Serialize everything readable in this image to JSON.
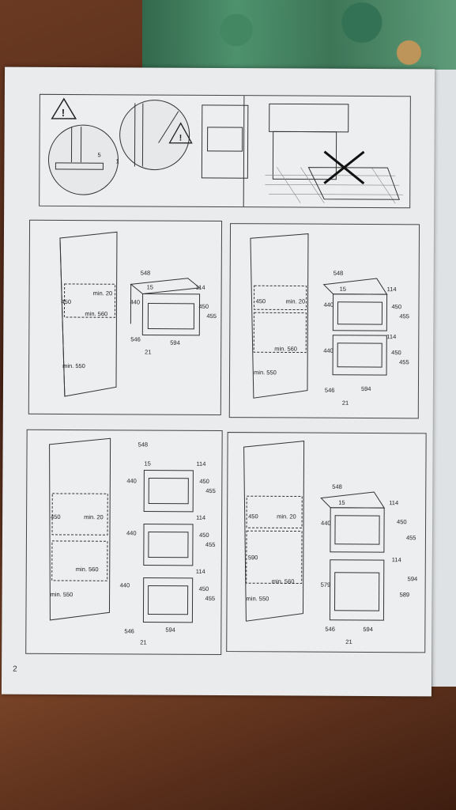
{
  "page_number": "2",
  "top_panel": {
    "dim_a": "5",
    "dim_b": "1"
  },
  "panel1": {
    "cabinet": {
      "h450": "450",
      "min20": "min. 20",
      "min560": "min. 560",
      "min550": "min.\n550"
    },
    "oven": {
      "d548": "548",
      "d15": "15",
      "d440": "440",
      "d114": "114",
      "d450": "450",
      "d455": "455",
      "d546": "546",
      "d594": "594",
      "d21": "21"
    }
  },
  "panel2": {
    "cabinet": {
      "h450": "450",
      "min20": "min. 20",
      "min560": "min. 560",
      "min550": "min.\n550"
    },
    "oven": {
      "d548": "548",
      "d15": "15",
      "d440a": "440",
      "d114a": "114",
      "d450a": "450",
      "d455a": "455",
      "d440b": "440",
      "d114b": "114",
      "d450b": "450",
      "d455b": "455",
      "d546": "546",
      "d594": "594",
      "d21": "21"
    }
  },
  "panel3": {
    "cabinet": {
      "h450": "450",
      "min20": "min. 20",
      "min560": "min. 560",
      "min550": "min.\n550"
    },
    "oven": {
      "d548": "548",
      "d15": "15",
      "d440a": "440",
      "d440b": "440",
      "d440c": "440",
      "d114a": "114",
      "d114b": "114",
      "d114c": "114",
      "d450a": "450",
      "d450b": "450",
      "d450c": "450",
      "d455a": "455",
      "d455b": "455",
      "d455c": "455",
      "d546": "546",
      "d594": "594",
      "d21": "21"
    }
  },
  "panel4": {
    "cabinet": {
      "h450": "450",
      "h590": "590",
      "min20": "min. 20",
      "min560": "min. 560",
      "min550": "min.\n550"
    },
    "oven": {
      "d548": "548",
      "d15": "15",
      "d440": "440",
      "d114a": "114",
      "d450": "450",
      "d455": "455",
      "d114b": "114",
      "d579": "579",
      "d594v": "594",
      "d589": "589",
      "d546": "546",
      "d594": "594",
      "d21": "21"
    }
  }
}
